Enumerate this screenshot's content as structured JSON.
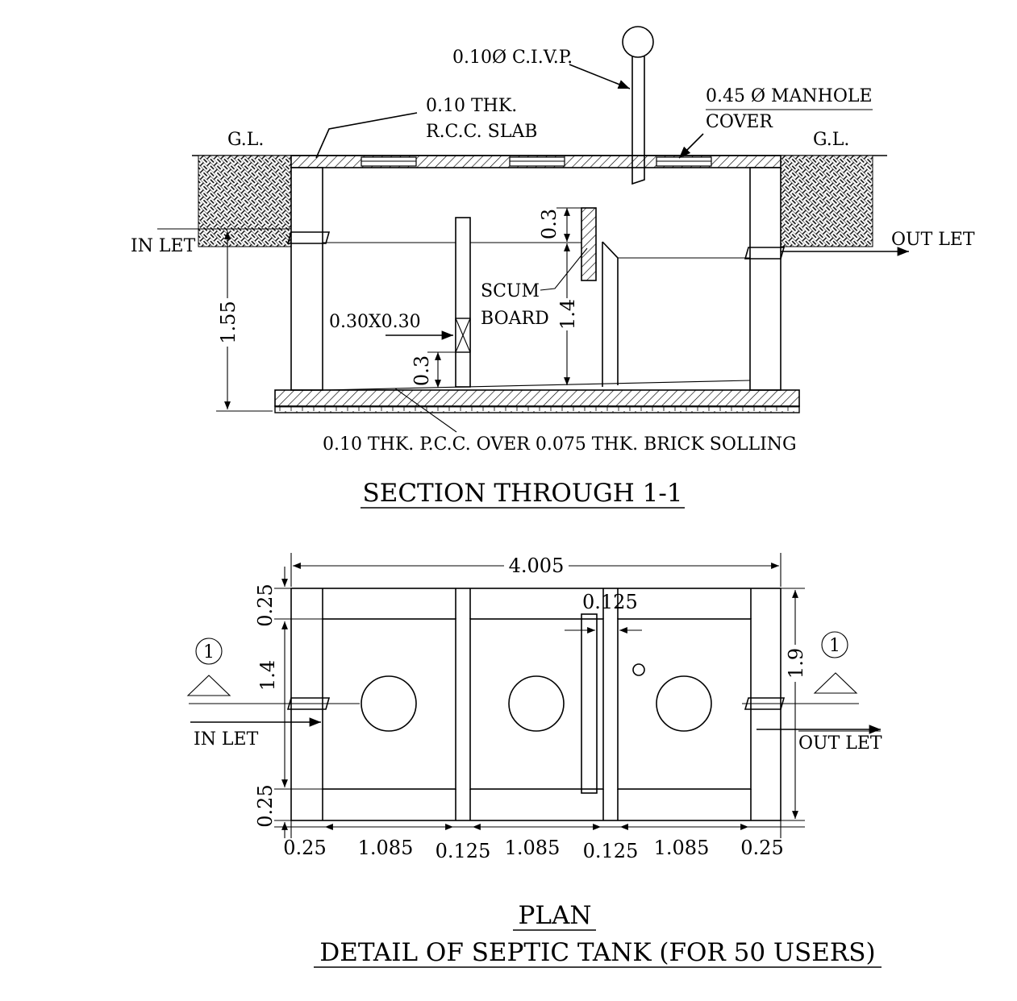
{
  "section": {
    "labels": {
      "civp": "0.10Ø  C.I.V.P.",
      "slab_line1": "0.10 THK.",
      "slab_line2": "R.C.C. SLAB",
      "manhole_line1": "0.45 Ø MANHOLE",
      "manhole_line2": "COVER",
      "gl_left": "G.L.",
      "gl_right": "G.L.",
      "inlet": "IN LET",
      "outlet": "OUT  LET",
      "scum_line1": "SCUM",
      "scum_line2": "BOARD",
      "opening": "0.30X0.30",
      "base": "0.10 THK. P.C.C. OVER 0.075 THK. BRICK SOLLING"
    },
    "dims": {
      "depth": "1.55",
      "scum_top": "0.3",
      "liquid": "1.4",
      "opening_height": "0.3"
    },
    "title": "SECTION THROUGH 1-1"
  },
  "plan": {
    "dims": {
      "overall_length": "4.005",
      "board": "0.125",
      "wall_top": "0.25",
      "inner_width": "1.4",
      "wall_bottom": "0.25",
      "overall_width": "1.9",
      "bottom": [
        "0.25",
        "1.085",
        "0.125",
        "1.085",
        "0.125",
        "1.085",
        "0.25"
      ]
    },
    "section_markers": [
      "1",
      "1"
    ],
    "inlet": "IN LET",
    "outlet": "OUT LET",
    "title": "PLAN"
  },
  "title": "DETAIL OF SEPTIC TANK (FOR 50 USERS)"
}
